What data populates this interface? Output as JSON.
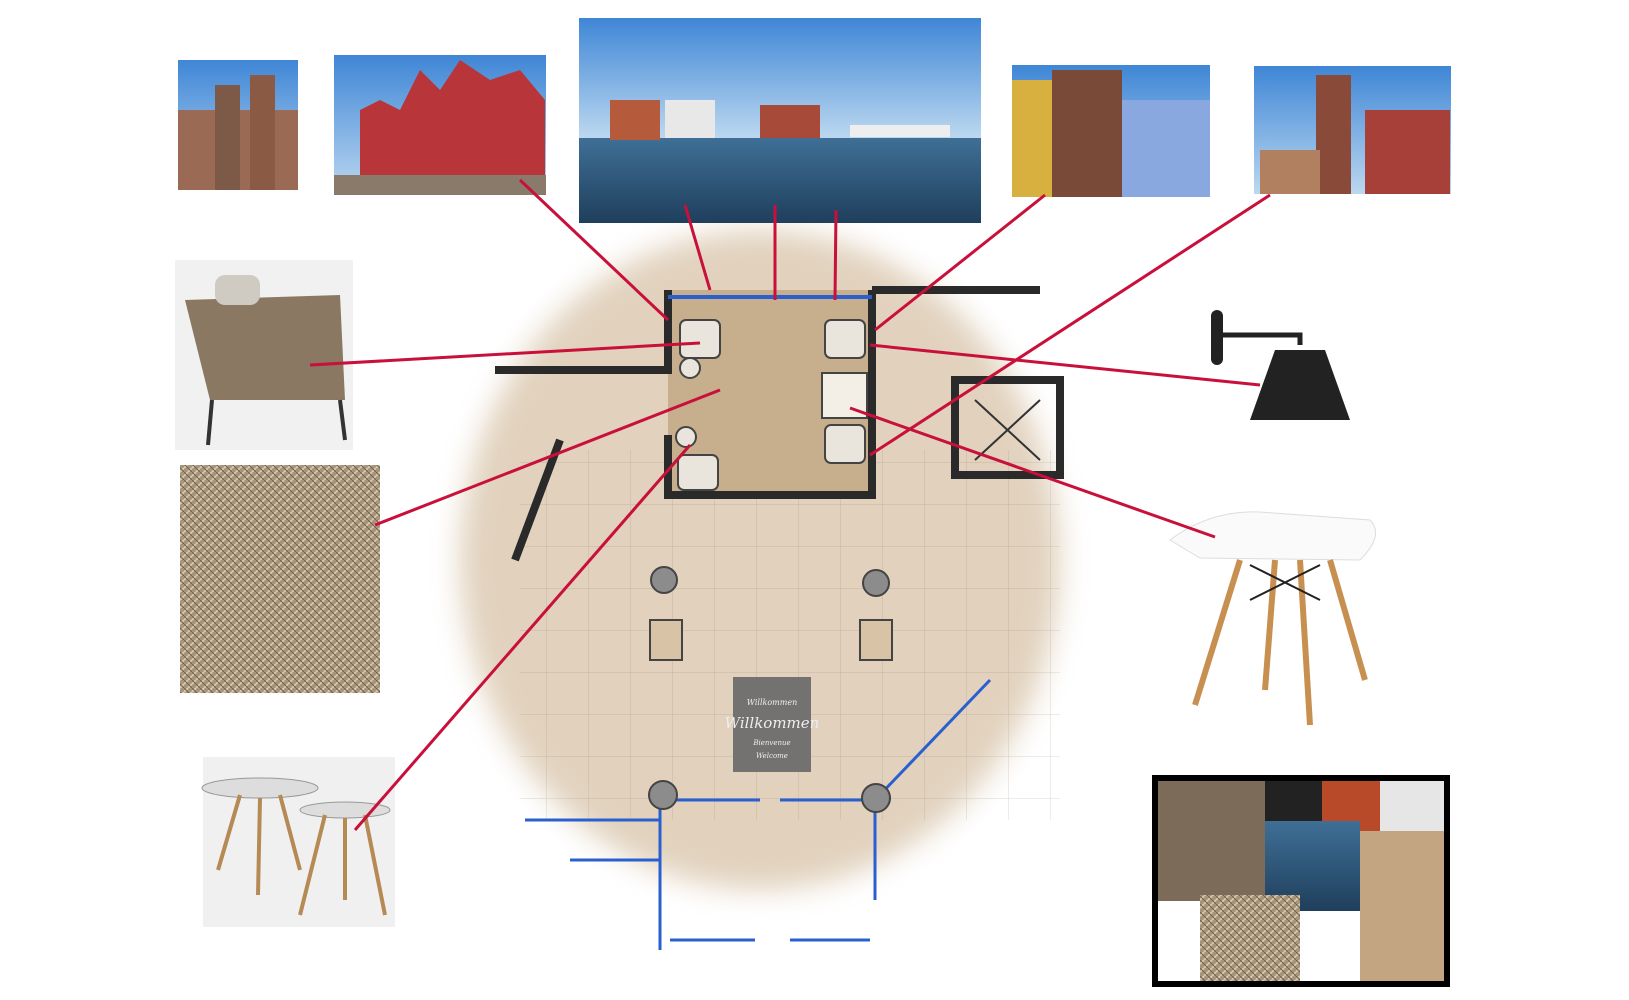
{
  "sign": {
    "main": "Willkommen",
    "small_1": "Willkommen",
    "small_2": "Bienvenue",
    "small_3": "Welcome"
  },
  "colors": {
    "connector": "#c8103a",
    "window": "#2a5fd0",
    "wall": "#2a2a2a",
    "floor": "#c7ae8c"
  }
}
